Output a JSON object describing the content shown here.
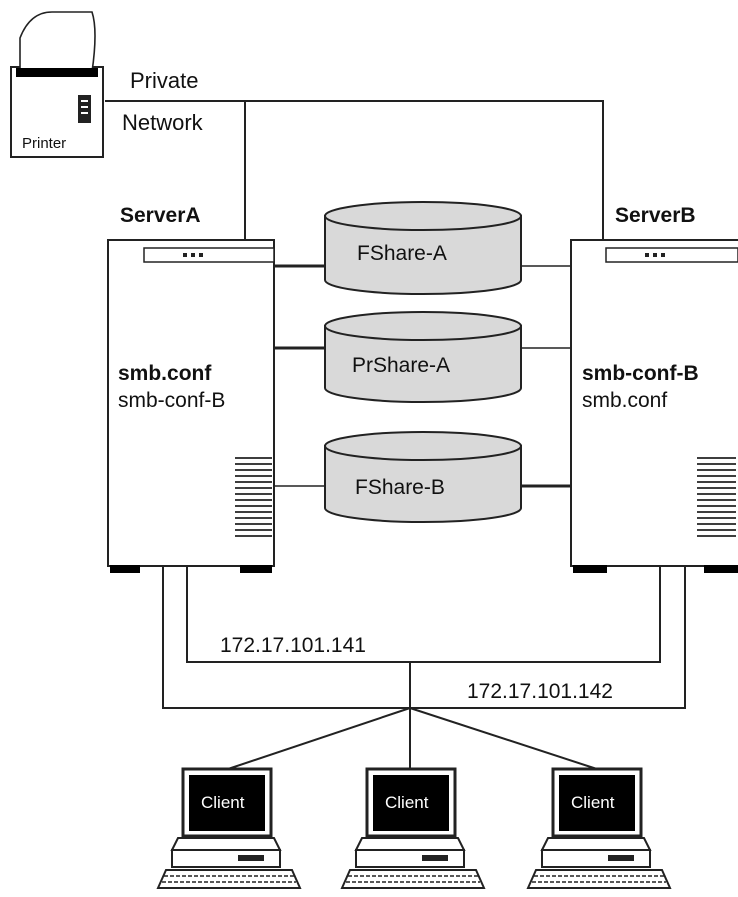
{
  "network": {
    "label_line1": "Private",
    "label_line2": "Network"
  },
  "printer": {
    "label": "Printer"
  },
  "servers": [
    {
      "name": "ServerA",
      "primary_config": "smb.conf",
      "secondary_config": "smb-conf-B"
    },
    {
      "name": "ServerB",
      "primary_config": "smb-conf-B",
      "secondary_config": "smb.conf"
    }
  ],
  "shares": [
    {
      "name": "FShare-A"
    },
    {
      "name": "PrShare-A"
    },
    {
      "name": "FShare-B"
    }
  ],
  "addresses": {
    "ip_a": "172.17.101.141",
    "ip_b": "172.17.101.142"
  },
  "clients": [
    {
      "label": "Client"
    },
    {
      "label": "Client"
    },
    {
      "label": "Client"
    }
  ],
  "colors": {
    "line": "#222222",
    "disk_fill": "#d9d9d9",
    "server_fill": "#ffffff",
    "monitor_screen": "#000000"
  }
}
